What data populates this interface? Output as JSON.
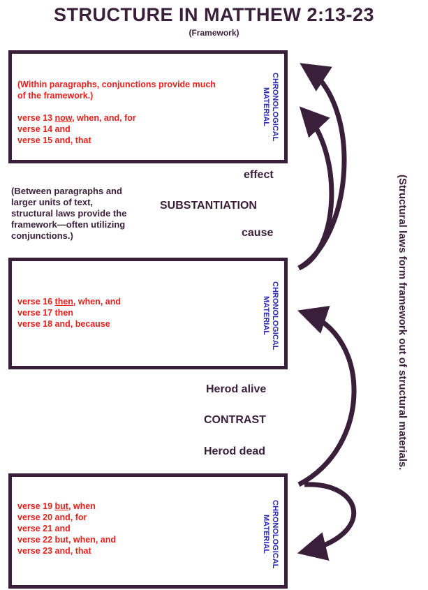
{
  "title": "STRUCTURE IN MATTHEW 2:13-23",
  "subtitle": "(Framework)",
  "box1": {
    "intro": "(Within paragraphs, conjunctions provide much of the framework.)",
    "intro_line1": "(Within paragraphs, conjunctions provide much",
    "intro_line2": "of the framework.)",
    "lines": [
      {
        "pre": "verse 13 ",
        "u": "now",
        "post": ", when, and, for"
      },
      {
        "pre": "verse 14 and",
        "u": "",
        "post": ""
      },
      {
        "pre": "verse 15 and, that",
        "u": "",
        "post": ""
      }
    ],
    "label_line1": "CHRONOLOGICAL",
    "label_line2": "MATERIAL"
  },
  "middle1": {
    "effect": "effect",
    "law": "SUBSTANTIATION",
    "cause": "cause",
    "note": "(Between paragraphs and larger units of text, structural laws provide the framework—often utilizing conjunctions.)",
    "note_lines": [
      "(Between paragraphs and",
      "larger units of text,",
      "structural laws provide the",
      "framework—often utilizing",
      "conjunctions.)"
    ]
  },
  "box2": {
    "lines": [
      {
        "pre": "verse 16 ",
        "u": "then",
        "post": ", when, and"
      },
      {
        "pre": "verse 17 then",
        "u": "",
        "post": ""
      },
      {
        "pre": "verse 18 and, because",
        "u": "",
        "post": ""
      }
    ],
    "label_line1": "CHRONOLOGICAL",
    "label_line2": "MATERIAL"
  },
  "middle2": {
    "top": "Herod alive",
    "law": "CONTRAST",
    "bottom": "Herod dead"
  },
  "box3": {
    "lines": [
      {
        "pre": "verse 19 ",
        "u": "but",
        "post": ", when"
      },
      {
        "pre": "verse 20 and, for",
        "u": "",
        "post": ""
      },
      {
        "pre": "verse 21 and",
        "u": "",
        "post": ""
      },
      {
        "pre": "verse 22 but, when, and",
        "u": "",
        "post": ""
      },
      {
        "pre": "verse 23 and, that",
        "u": "",
        "post": ""
      }
    ],
    "label_line1": "CHRONOLOGICAL",
    "label_line2": "MATERIAL"
  },
  "side_note": "(Structural laws form framework out of structural materials.",
  "colors": {
    "frame": "#3a1f3b",
    "conjunctions": "#e8201c",
    "label": "#2a2ab0"
  }
}
